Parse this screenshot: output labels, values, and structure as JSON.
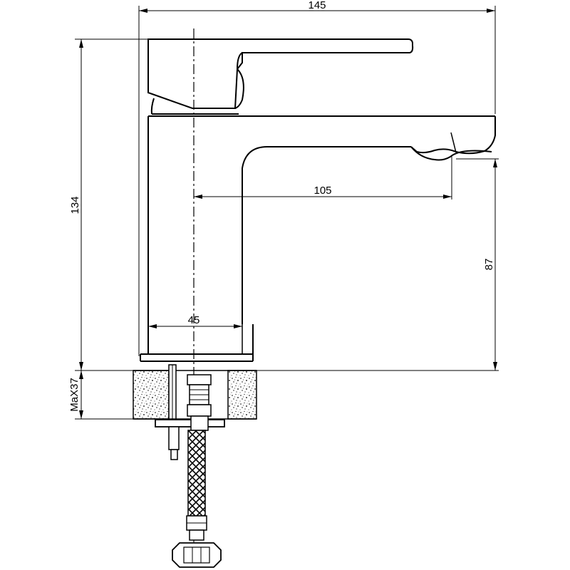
{
  "dimensions": {
    "overall_width": "145",
    "overall_height": "134",
    "spout_reach": "105",
    "spout_height": "87",
    "body_width": "45",
    "thread": "MaX37"
  }
}
